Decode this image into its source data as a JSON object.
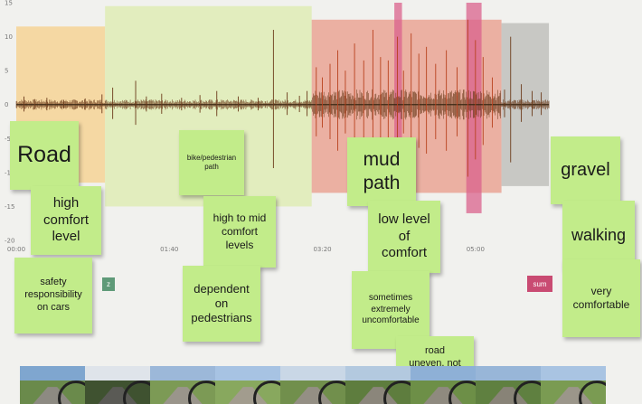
{
  "chart_data": {
    "type": "line",
    "title": "",
    "xlabel": "",
    "ylabel": "",
    "x_unit": "mm:ss",
    "xlim_seconds": [
      0,
      384
    ],
    "ylim": [
      -20,
      15
    ],
    "y_ticks": [
      15,
      10,
      5,
      0,
      -5,
      -10,
      -15,
      -20
    ],
    "y_tick_labels": [
      "15",
      "10",
      "5",
      "0",
      "-5",
      "-10",
      "-15",
      "-20"
    ],
    "x_ticks": [
      "00:00",
      "01:40",
      "03:20",
      "05:00"
    ],
    "x_ticks_seconds": [
      0,
      100,
      200,
      300
    ],
    "grid": false,
    "series": [
      {
        "values_note": "",
        "color": "#6b3a1a"
      }
    ],
    "regions": [
      {
        "start": 0,
        "end": 58,
        "y_top": 11.5,
        "y_bottom": -11.5,
        "color": "#f5cf8a"
      },
      {
        "start": 58,
        "end": 193,
        "y_top": 14.5,
        "y_bottom": -15,
        "color": "#dcebae"
      },
      {
        "start": 193,
        "end": 317,
        "y_top": 12.5,
        "y_bottom": -13,
        "color": "#e89a88"
      },
      {
        "start": 317,
        "end": 348,
        "y_top": 12,
        "y_bottom": -12,
        "color": "#b9b9b5"
      },
      {
        "start": 247,
        "end": 252,
        "y_top": 15,
        "y_bottom": -14.5,
        "color": "#d9628c"
      },
      {
        "start": 294,
        "end": 304,
        "y_top": 15,
        "y_bottom": -16,
        "color": "#d9628c"
      }
    ],
    "spikes": [
      {
        "x": 5,
        "amp": 1.2
      },
      {
        "x": 12,
        "amp": 0.8
      },
      {
        "x": 20,
        "amp": 1.0
      },
      {
        "x": 31,
        "amp": 0.7
      },
      {
        "x": 45,
        "amp": 0.9
      },
      {
        "x": 56,
        "amp": 1.5
      },
      {
        "x": 63,
        "amp": 2.5
      },
      {
        "x": 78,
        "amp": 3.5
      },
      {
        "x": 85,
        "amp": 1.2
      },
      {
        "x": 95,
        "amp": 1.6
      },
      {
        "x": 108,
        "amp": 1.0
      },
      {
        "x": 120,
        "amp": 1.4
      },
      {
        "x": 131,
        "amp": 2.0
      },
      {
        "x": 145,
        "amp": 1.2
      },
      {
        "x": 158,
        "amp": 1.0
      },
      {
        "x": 168,
        "amp": 11.0
      },
      {
        "x": 177,
        "amp": 1.8
      },
      {
        "x": 185,
        "amp": 1.3
      },
      {
        "x": 190,
        "amp": 2.0
      },
      {
        "x": 196,
        "amp": 5.5
      },
      {
        "x": 200,
        "amp": 4.0
      },
      {
        "x": 205,
        "amp": 6.0
      },
      {
        "x": 210,
        "amp": 8.0
      },
      {
        "x": 215,
        "amp": 5.0
      },
      {
        "x": 221,
        "amp": 9.0
      },
      {
        "x": 227,
        "amp": 6.5
      },
      {
        "x": 233,
        "amp": 11.0
      },
      {
        "x": 238,
        "amp": 7.0
      },
      {
        "x": 243,
        "amp": 6.5
      },
      {
        "x": 249,
        "amp": 10.0
      },
      {
        "x": 253,
        "amp": 5.0
      },
      {
        "x": 258,
        "amp": 10.5
      },
      {
        "x": 263,
        "amp": 7.5
      },
      {
        "x": 268,
        "amp": 8.5
      },
      {
        "x": 274,
        "amp": 6.0
      },
      {
        "x": 281,
        "amp": 8.0
      },
      {
        "x": 288,
        "amp": 5.5
      },
      {
        "x": 295,
        "amp": 12.5
      },
      {
        "x": 300,
        "amp": 9.5
      },
      {
        "x": 305,
        "amp": 7.0
      },
      {
        "x": 311,
        "amp": 4.0
      },
      {
        "x": 319,
        "amp": 2.2
      },
      {
        "x": 323,
        "amp": 10.0
      },
      {
        "x": 330,
        "amp": 3.0
      },
      {
        "x": 337,
        "amp": 2.0
      },
      {
        "x": 343,
        "amp": 1.8
      }
    ]
  },
  "sticky_notes": {
    "road": "Road",
    "high_comfort": "high\ncomfort\nlevel",
    "safety": "safety\nresponsibility\non cars",
    "bike_path": "bike/pedestrian\npath",
    "high_mid": "high to mid\ncomfort\nlevels",
    "dependent": "dependent\non\npedestrians",
    "mud_path": "mud\npath",
    "low_comfort": "low level\nof\ncomfort",
    "sometimes": "sometimes\nextremely\nuncomfortable",
    "road_uneven": "road\nuneven, not\nexperienced\ncyclist",
    "gravel": "gravel",
    "walking": "walking",
    "very_comfortable": "very\ncomfortable"
  },
  "tags": {
    "z_label": "z",
    "z_color": "#5f9a78",
    "sum_label": "sum",
    "sum_color": "#c94b72"
  },
  "colors": {
    "note": "#c2ec8a",
    "signal": "#6b3a1a"
  },
  "thumbnails": [
    {
      "sky": "#7fa6cf",
      "land": "#6a8a4b",
      "path": "#8d8a82"
    },
    {
      "sky": "#dfe4ea",
      "land": "#3f5230",
      "path": "#5a5a55"
    },
    {
      "sky": "#9cb8d9",
      "land": "#7c9a55",
      "path": "#9a958b"
    },
    {
      "sky": "#a7c3e3",
      "land": "#88a85e",
      "path": "#a29c8e"
    },
    {
      "sky": "#c9d7e6",
      "land": "#718f4c",
      "path": "#948f84"
    },
    {
      "sky": "#b3c9df",
      "land": "#5e7d3e",
      "path": "#8b867b"
    },
    {
      "sky": "#8eb0d6",
      "land": "#6d8f47",
      "path": "#8f8a7f"
    },
    {
      "sky": "#98b6d8",
      "land": "#5f8040",
      "path": "#888377"
    },
    {
      "sky": "#a9c4e2",
      "land": "#7a9b52",
      "path": "#9b968a"
    }
  ]
}
